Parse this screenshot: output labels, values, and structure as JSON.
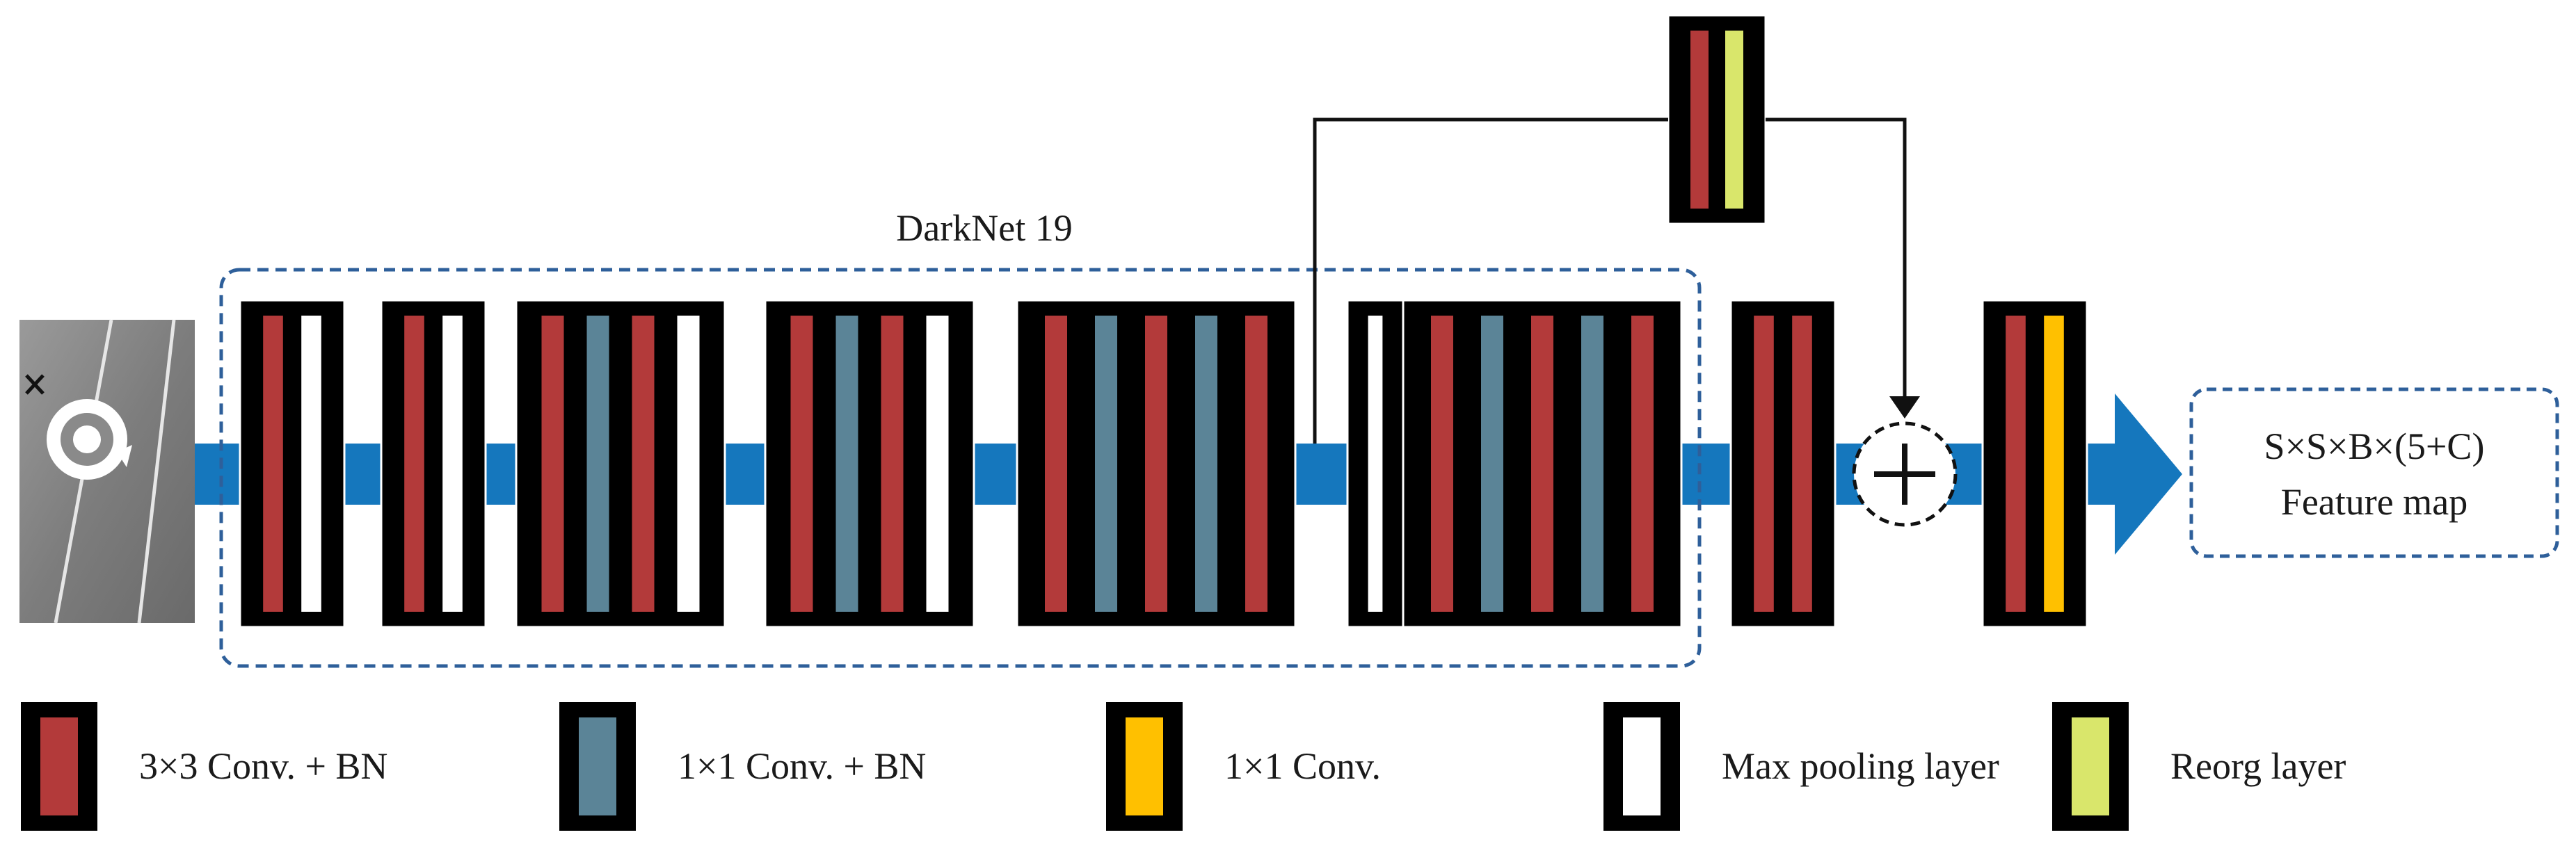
{
  "title": "DarkNet 19",
  "output": {
    "line1": "S×S×B×(5+C)",
    "line2": "Feature map"
  },
  "legend": [
    {
      "key": "conv3",
      "label": "3×3 Conv. + BN"
    },
    {
      "key": "conv1bn",
      "label": "1×1 Conv. + BN"
    },
    {
      "key": "conv1",
      "label": "1×1 Conv."
    },
    {
      "key": "pool",
      "label": "Max pooling layer"
    },
    {
      "key": "reorg",
      "label": "Reorg layer"
    }
  ],
  "colors": {
    "conv3": "#b33a3a",
    "conv1bn": "#5b8497",
    "conv1": "#ffc000",
    "pool": "#ffffff",
    "reorg": "#d9e66b",
    "arrow": "#1577bd",
    "frame": "#2e5f9a"
  },
  "blocks": [
    {
      "name": "block-1",
      "layers": [
        "conv3",
        "pool"
      ]
    },
    {
      "name": "block-2",
      "layers": [
        "conv3",
        "pool"
      ]
    },
    {
      "name": "block-3",
      "layers": [
        "conv3",
        "conv1bn",
        "conv3",
        "pool"
      ]
    },
    {
      "name": "block-4",
      "layers": [
        "conv3",
        "conv1bn",
        "conv3",
        "pool"
      ]
    },
    {
      "name": "block-5",
      "layers": [
        "conv3",
        "conv1bn",
        "conv3",
        "conv1bn",
        "conv3"
      ]
    },
    {
      "name": "block-6",
      "layers": [
        "pool"
      ]
    },
    {
      "name": "block-7",
      "layers": [
        "conv3",
        "conv1bn",
        "conv3",
        "conv1bn",
        "conv3"
      ]
    },
    {
      "name": "block-8",
      "layers": [
        "conv3",
        "conv3"
      ]
    },
    {
      "name": "block-9",
      "layers": [
        "conv3",
        "conv1"
      ]
    },
    {
      "name": "block-passthrough",
      "layers": [
        "conv3",
        "reorg"
      ]
    }
  ]
}
